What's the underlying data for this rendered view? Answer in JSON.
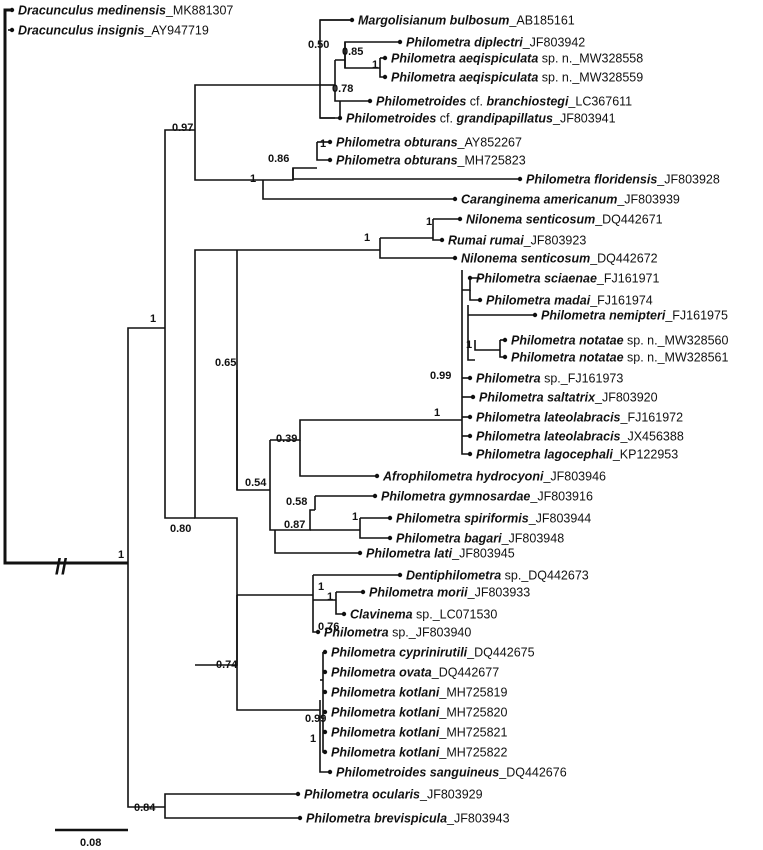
{
  "taxa": [
    {
      "id": "dmed",
      "name": "Dracunculus medinensis",
      "acc": "MK881307"
    },
    {
      "id": "dins",
      "name": "Dracunculus insignis",
      "acc": "AY947719"
    },
    {
      "id": "mbul",
      "name": "Margolisianum bulbosum",
      "acc": "AB185161"
    },
    {
      "id": "pdip",
      "name": "Philometra diplectri",
      "acc": "JF803942"
    },
    {
      "id": "paeq1",
      "name": "Philometra aeqispiculata",
      "sp": " sp. n.",
      "acc": "MW328558"
    },
    {
      "id": "paeq2",
      "name": "Philometra aeqispiculata",
      "sp": " sp. n.",
      "acc": "MW328559"
    },
    {
      "id": "pbra",
      "name": "Philometroides",
      "cf": " cf. ",
      "name2": "branchiostegi",
      "acc": "LC367611"
    },
    {
      "id": "pgra",
      "name": "Philometroides",
      "cf": " cf. ",
      "name2": "grandipapillatus",
      "acc": "JF803941"
    },
    {
      "id": "pobt1",
      "name": "Philometra obturans",
      "acc": "AY852267"
    },
    {
      "id": "pobt2",
      "name": "Philometra obturans",
      "acc": "MH725823"
    },
    {
      "id": "pflo",
      "name": "Philometra floridensis",
      "acc": "JF803928"
    },
    {
      "id": "came",
      "name": "Caranginema americanum",
      "acc": "JF803939"
    },
    {
      "id": "nsen1",
      "name": "Nilonema senticosum",
      "acc": "DQ442671"
    },
    {
      "id": "rrum",
      "name": "Rumai rumai",
      "acc": "JF803923"
    },
    {
      "id": "nsen2",
      "name": "Nilonema senticosum",
      "acc": "DQ442672"
    },
    {
      "id": "psci",
      "name": "Philometra sciaenae",
      "acc": "FJ161971"
    },
    {
      "id": "pmad",
      "name": "Philometra madai",
      "acc": "FJ161974"
    },
    {
      "id": "pnem",
      "name": "Philometra nemipteri",
      "acc": "FJ161975"
    },
    {
      "id": "pnot1",
      "name": "Philometra notatae",
      "sp": " sp. n.",
      "acc": "MW328560"
    },
    {
      "id": "pnot2",
      "name": "Philometra notatae",
      "sp": " sp. n.",
      "acc": "MW328561"
    },
    {
      "id": "psp1",
      "name": "Philometra",
      "sp": " sp.",
      "acc": "FJ161973"
    },
    {
      "id": "psal",
      "name": "Philometra saltatrix",
      "acc": "JF803920"
    },
    {
      "id": "plat1",
      "name": "Philometra lateolabracis",
      "acc": "FJ161972"
    },
    {
      "id": "plat2",
      "name": "Philometra lateolabracis",
      "acc": "JX456388"
    },
    {
      "id": "plag",
      "name": "Philometra lagocephali",
      "acc": "KP122953"
    },
    {
      "id": "ahyd",
      "name": "Afrophilometra hydrocyoni",
      "acc": "JF803946"
    },
    {
      "id": "pgym",
      "name": "Philometra gymnosardae",
      "acc": "JF803916"
    },
    {
      "id": "pspi",
      "name": "Philometra spiriformis",
      "acc": "JF803944"
    },
    {
      "id": "pbag",
      "name": "Philometra bagari",
      "acc": "JF803948"
    },
    {
      "id": "plti",
      "name": "Philometra lati",
      "acc": "JF803945"
    },
    {
      "id": "dsp",
      "name": "Dentiphilometra",
      "sp": " sp.",
      "acc": "DQ442673"
    },
    {
      "id": "pmor",
      "name": "Philometra morii",
      "acc": "JF803933"
    },
    {
      "id": "csp",
      "name": "Clavinema",
      "sp": " sp.",
      "acc": "LC071530"
    },
    {
      "id": "psp2",
      "name": "Philometra",
      "sp": " sp.",
      "acc": "JF803940"
    },
    {
      "id": "pcyp",
      "name": "Philometra cyprinirutili",
      "acc": "DQ442675"
    },
    {
      "id": "pova",
      "name": "Philometra ovata",
      "acc": "DQ442677"
    },
    {
      "id": "pkot1",
      "name": "Philometra kotlani",
      "acc": "MH725819"
    },
    {
      "id": "pkot2",
      "name": "Philometra kotlani",
      "acc": "MH725820"
    },
    {
      "id": "pkot3",
      "name": "Philometra kotlani",
      "acc": "MH725821"
    },
    {
      "id": "pkot4",
      "name": "Philometra kotlani",
      "acc": "MH725822"
    },
    {
      "id": "psan",
      "name": "Philometroides sanguineus",
      "acc": "DQ442676"
    },
    {
      "id": "pocu",
      "name": "Philometra ocularis",
      "acc": "JF803929"
    },
    {
      "id": "pbre",
      "name": "Philometra brevispicula",
      "acc": "JF803943"
    }
  ],
  "support_values": [
    "0.97",
    "0.50",
    "0.85",
    "1",
    "0.78",
    "1",
    "0.86",
    "1",
    "1",
    "1",
    "1",
    "0.65",
    "0.99",
    "1",
    "1",
    "0.39",
    "0.54",
    "0.58",
    "0.87",
    "1",
    "0.80",
    "1",
    "1",
    "0.76",
    "0.74",
    "0.99",
    "1",
    "1",
    "0.84"
  ],
  "scale_bar": {
    "label": "0.08"
  },
  "root_break": "//"
}
